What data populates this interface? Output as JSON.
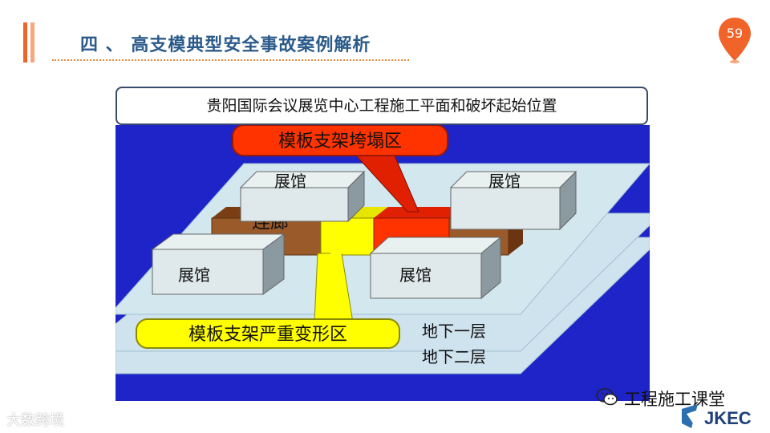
{
  "header": {
    "title": "四 、 高支模典型安全事故案例解析",
    "page_number": "59"
  },
  "caption": "贵阳国际会议展览中心工程施工平面和破坏起始位置",
  "diagram": {
    "pavilion_label": "展馆",
    "corridor_label": "连廊",
    "collapse_zone_label": "模板支架垮塌区",
    "deformation_zone_label": "模板支架严重变形区",
    "basement1_label": "地下一层",
    "basement2_label": "地下二层"
  },
  "watermarks": {
    "left": "大数跨境",
    "right": "工程施工课堂",
    "logo": "JKEC"
  },
  "colors": {
    "accent_orange": "#f0642a",
    "title_blue": "#2b5b8a",
    "background_blue": "#1e24c8",
    "floor_cyan": "#cfe3ee",
    "collapse_red": "#ff3300",
    "deform_yellow": "#ffff00",
    "corridor_brown": "#9b5a2a"
  }
}
